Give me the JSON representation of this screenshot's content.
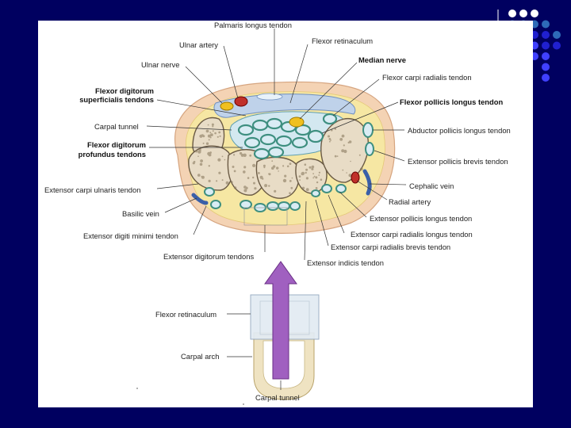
{
  "labels": {
    "palmaris_longus_tendon": "Palmaris longus tendon",
    "flexor_retinaculum": "Flexor retinaculum",
    "ulnar_artery": "Ulnar artery",
    "median_nerve": "Median nerve",
    "ulnar_nerve": "Ulnar nerve",
    "flexor_carpi_radialis_tendon": "Flexor carpi radialis tendon",
    "fds_line1": "Flexor digitorum",
    "fds_line2": "superficialis tendons",
    "flexor_pollicis_longus_tendon": "Flexor pollicis longus tendon",
    "carpal_tunnel": "Carpal tunnel",
    "abductor_pollicis_longus_tendon": "Abductor pollicis longus tendon",
    "fdp_line1": "Flexor digitorum",
    "fdp_line2": "profundus tendons",
    "extensor_pollicis_brevis_tendon": "Extensor pollicis brevis tendon",
    "cephalic_vein": "Cephalic vein",
    "extensor_carpi_ulnaris_tendon": "Extensor carpi ulnaris tendon",
    "radial_artery": "Radial artery",
    "basilic_vein": "Basilic vein",
    "extensor_pollicis_longus_tendon": "Extensor pollicis longus tendon",
    "extensor_carpi_radialis_longus_tendon": "Extensor carpi radialis longus tendon",
    "extensor_digiti_minimi_tendon": "Extensor digiti minimi tendon",
    "extensor_carpi_radialis_brevis_tendon": "Extensor carpi radialis brevis tendon",
    "extensor_digitorum_tendons": "Extensor digitorum tendons",
    "extensor_indicis_tendon": "Extensor indicis tendon"
  },
  "lower": {
    "flexor_retinaculum": "Flexor retinaculum",
    "carpal_arch": "Carpal arch",
    "carpal_tunnel": "Carpal tunnel"
  },
  "colors": {
    "background": "#000060",
    "skin": "#f4d3b4",
    "fat": "#f6e7a3",
    "bone": "#e8dcc6",
    "tendon_sheath": "#5aaa9a",
    "tendon": "#d9ecf4",
    "artery": "#c0302a",
    "nerve": "#f0c020",
    "vein": "#3a5fa8",
    "arrow": "#a060c0"
  },
  "decoration": {
    "dot_colors": [
      "#ffffff",
      "#2e6bb8",
      "#2020d0",
      "#4040ff"
    ]
  }
}
